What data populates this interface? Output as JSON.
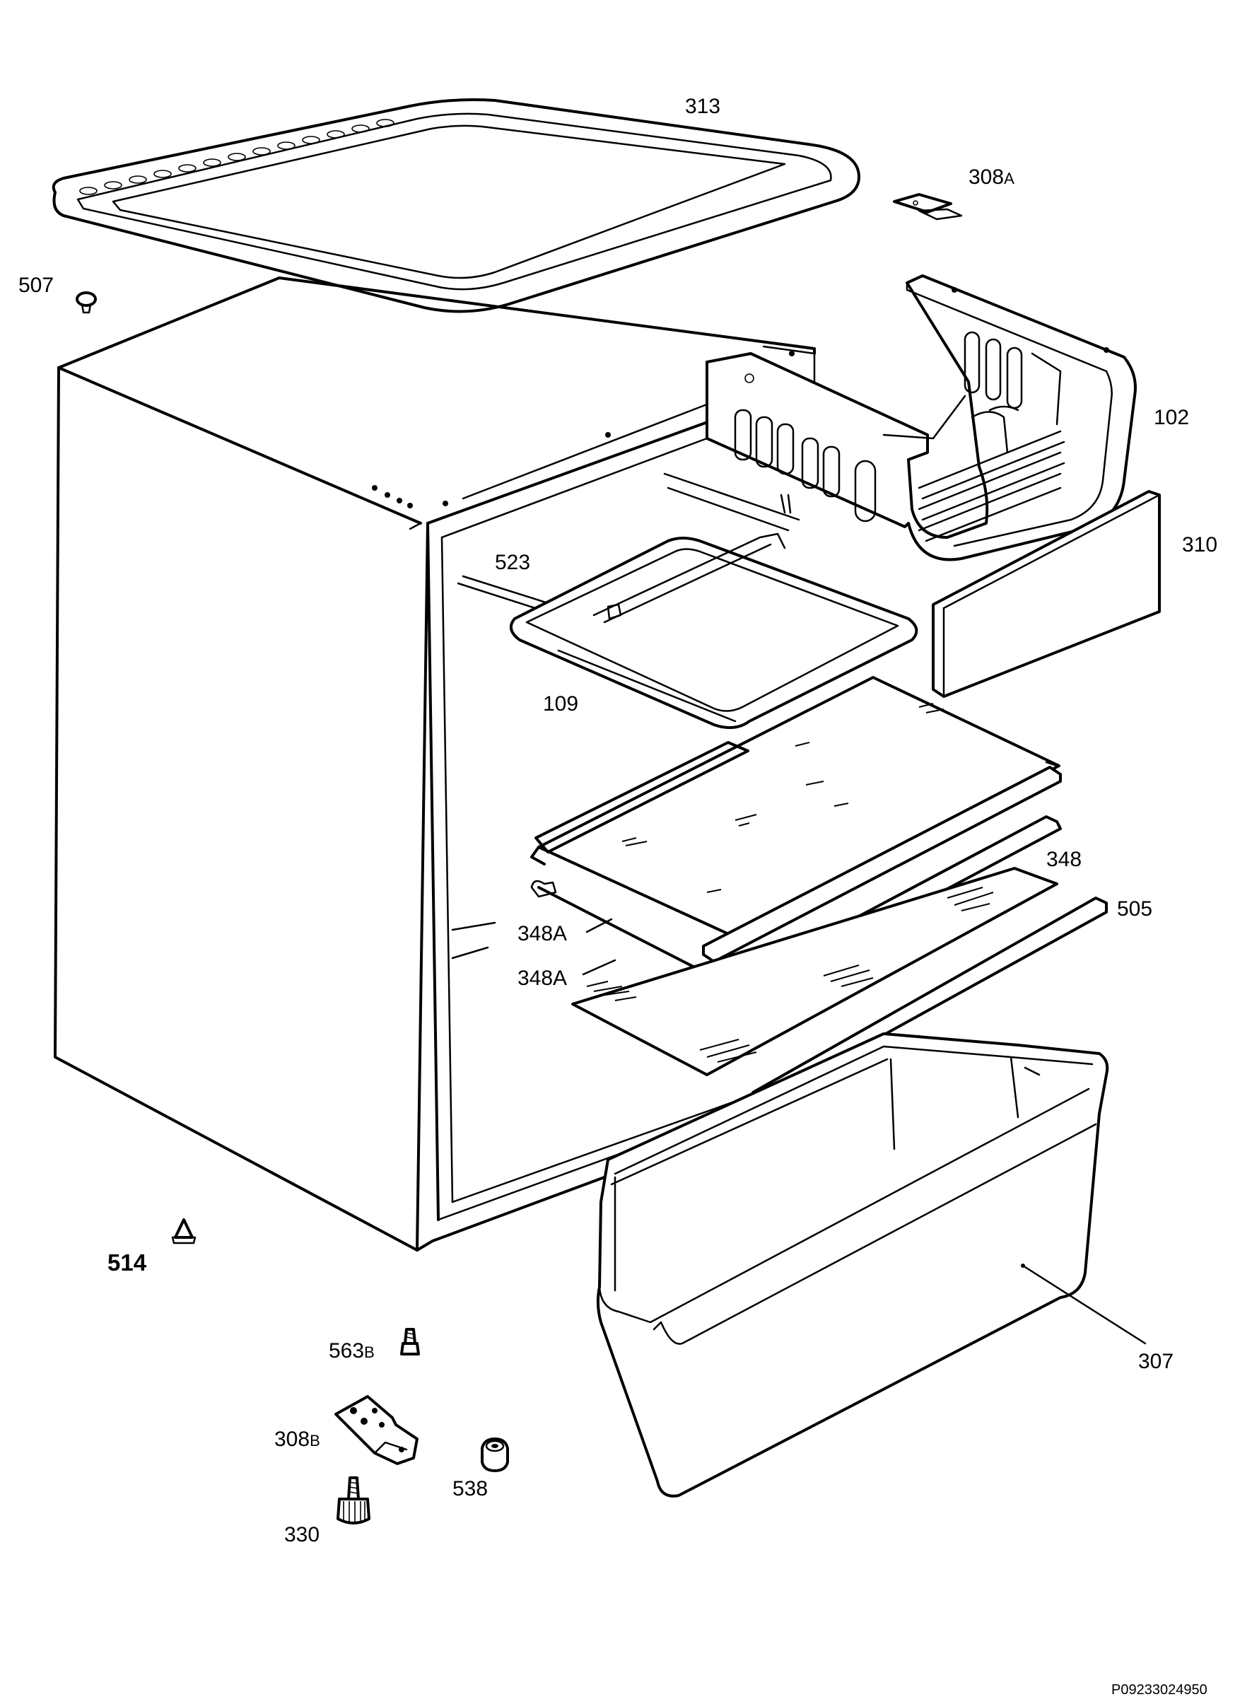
{
  "diagram": {
    "labels": {
      "p313": "313",
      "p308a": "308",
      "p308a_suffix": "A",
      "p507": "507",
      "p102": "102",
      "p310": "310",
      "p523": "523",
      "p109": "109",
      "p348": "348",
      "p505": "505",
      "p348a_1": "348A",
      "p348a_2": "348A",
      "p514": "514",
      "p563b": "563",
      "p563b_suffix": "B",
      "p307": "307",
      "p308b": "308",
      "p308b_suffix": "B",
      "p538": "538",
      "p330": "330"
    },
    "reference_code": "P09233024950"
  }
}
